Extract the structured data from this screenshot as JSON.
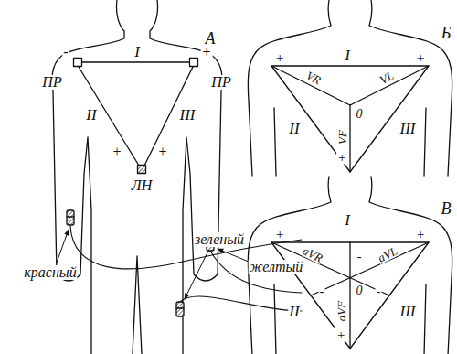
{
  "diagram": {
    "labels": [
      "А",
      "I",
      "-",
      "+",
      "ПР",
      "ПР",
      "II",
      "III",
      "+",
      "+",
      "ЛН",
      "красный",
      "желтый",
      "зеленый",
      "Б",
      "I",
      "VR",
      "VL",
      "VF",
      "II",
      "III",
      "0",
      "+",
      "+",
      "+",
      "В",
      "I",
      "aVR",
      "aVL",
      "aVF",
      "II",
      "III",
      "0",
      "+",
      "+",
      "+",
      "-",
      "-",
      "-"
    ]
  }
}
